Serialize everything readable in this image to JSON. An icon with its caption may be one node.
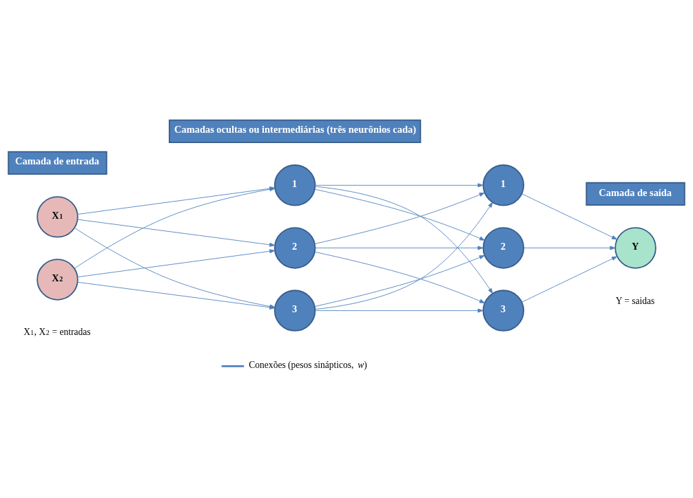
{
  "diagram": {
    "nodes": [
      {
        "text": [
          "Camada de entrada"
        ]
      },
      {
        "text": [
          "Camadas ocultas ou intermediárias (três neurônios cada)"
        ]
      },
      {
        "text": [
          "Camada de saída"
        ]
      },
      {
        "text": [
          "X$_{1}$"
        ]
      },
      {
        "text": [
          "X$_{2}$"
        ]
      },
      {
        "text": [
          "1"
        ]
      },
      {
        "text": [
          "2"
        ]
      },
      {
        "text": [
          "3"
        ]
      },
      {
        "text": [
          "1"
        ]
      },
      {
        "text": [
          "2"
        ]
      },
      {
        "text": [
          "3"
        ]
      },
      {
        "text": [
          "Y"
        ]
      }
    ],
    "edges": [
      {
        "from": 3,
        "to": 5,
        "arrow": "to"
      },
      {
        "from": 3,
        "to": 6,
        "arrow": "to"
      },
      {
        "from": 3,
        "to": 7,
        "arrow": "to"
      },
      {
        "from": 4,
        "to": 5,
        "arrow": "to"
      },
      {
        "from": 4,
        "to": 6,
        "arrow": "to"
      },
      {
        "from": 4,
        "to": 7,
        "arrow": "to"
      },
      {
        "from": 5,
        "to": 8,
        "arrow": "to"
      },
      {
        "from": 5,
        "to": 9,
        "arrow": "to"
      },
      {
        "from": 5,
        "to": 10,
        "arrow": "to"
      },
      {
        "from": 6,
        "to": 8,
        "arrow": "to"
      },
      {
        "from": 6,
        "to": 9,
        "arrow": "to"
      },
      {
        "from": 6,
        "to": 10,
        "arrow": "to"
      },
      {
        "from": 7,
        "to": 8,
        "arrow": "to"
      },
      {
        "from": 7,
        "to": 9,
        "arrow": "to"
      },
      {
        "from": 7,
        "to": 10,
        "arrow": "to"
      },
      {
        "from": 8,
        "to": 11,
        "arrow": "to"
      },
      {
        "from": 9,
        "to": 11,
        "arrow": "to"
      },
      {
        "from": 10,
        "to": 11,
        "arrow": "to"
      }
    ],
    "labels": [
      "X$_{1}$, X$_{2}$ = entradas",
      "Y = saidas"
    ],
    "legend": [
      {
        "text": "Conexões (pesos sinápticos, *w*)"
      }
    ]
  }
}
